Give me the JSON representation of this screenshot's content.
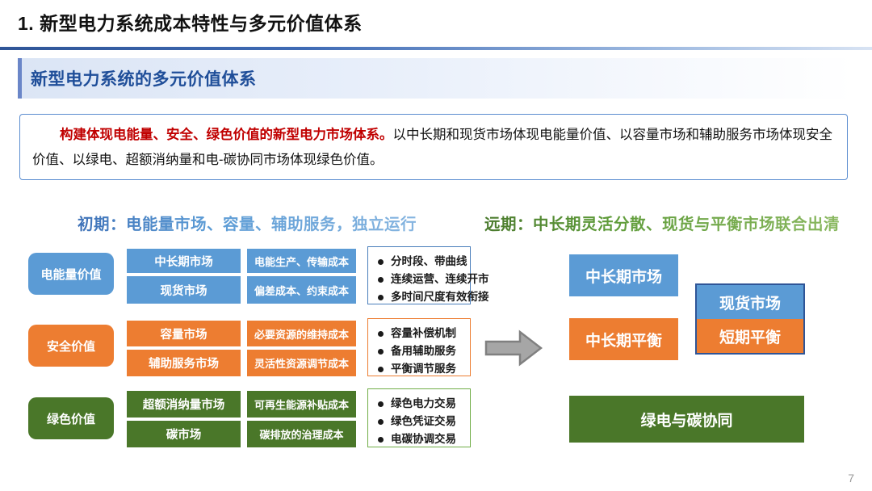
{
  "slide": {
    "title": "1. 新型电力系统成本特性与多元价值体系",
    "subtitle": "新型电力系统的多元价值体系",
    "page_number": "7",
    "accent_blue": "#1f4e99",
    "accent_red": "#c00000"
  },
  "description": {
    "highlight": "构建体现电能量、安全、绿色价值的新型电力市场体系。",
    "body": "以中长期和现货市场体现电能量价值、以容量市场和辅助服务市场体现安全价值、以绿电、超额消纳量和电-碳协同市场体现绿色价值。"
  },
  "stages": {
    "early": "初期：电能量市场、容量、辅助服务，独立运行",
    "late": "远期：中长期灵活分散、现货与平衡市场联合出清"
  },
  "early_rows": [
    {
      "value_label": "电能量价值",
      "color": "#5b9bd5",
      "markets": [
        "中长期市场",
        "现货市场"
      ],
      "costs": [
        "电能生产、传输成本",
        "偏差成本、约束成本"
      ],
      "features": [
        "分时段、带曲线",
        "连续运营、连续开市",
        "多时间尺度有效衔接"
      ]
    },
    {
      "value_label": "安全价值",
      "color": "#ed7d31",
      "markets": [
        "容量市场",
        "辅助服务市场"
      ],
      "costs": [
        "必要资源的维持成本",
        "灵活性资源调节成本"
      ],
      "features": [
        "容量补偿机制",
        "备用辅助服务",
        "平衡调节服务"
      ]
    },
    {
      "value_label": "绿色价值",
      "color": "#4a7729",
      "markets": [
        "超额消纳量市场",
        "碳市场"
      ],
      "costs": [
        "可再生能源补贴成本",
        "碳排放的治理成本"
      ],
      "features": [
        "绿色电力交易",
        "绿色凭证交易",
        "电碳协调交易"
      ]
    }
  ],
  "late_stage": {
    "arrow": "right-arrow-icon",
    "blocks": [
      {
        "label": "中长期市场",
        "color": "#5b9bd5"
      },
      {
        "label": "中长期平衡",
        "color": "#ed7d31"
      },
      {
        "label": "绿电与碳协同",
        "color": "#4a7729"
      }
    ],
    "combo": [
      {
        "label": "现货市场",
        "color": "#5b9bd5"
      },
      {
        "label": "短期平衡",
        "color": "#ed7d31"
      }
    ]
  }
}
